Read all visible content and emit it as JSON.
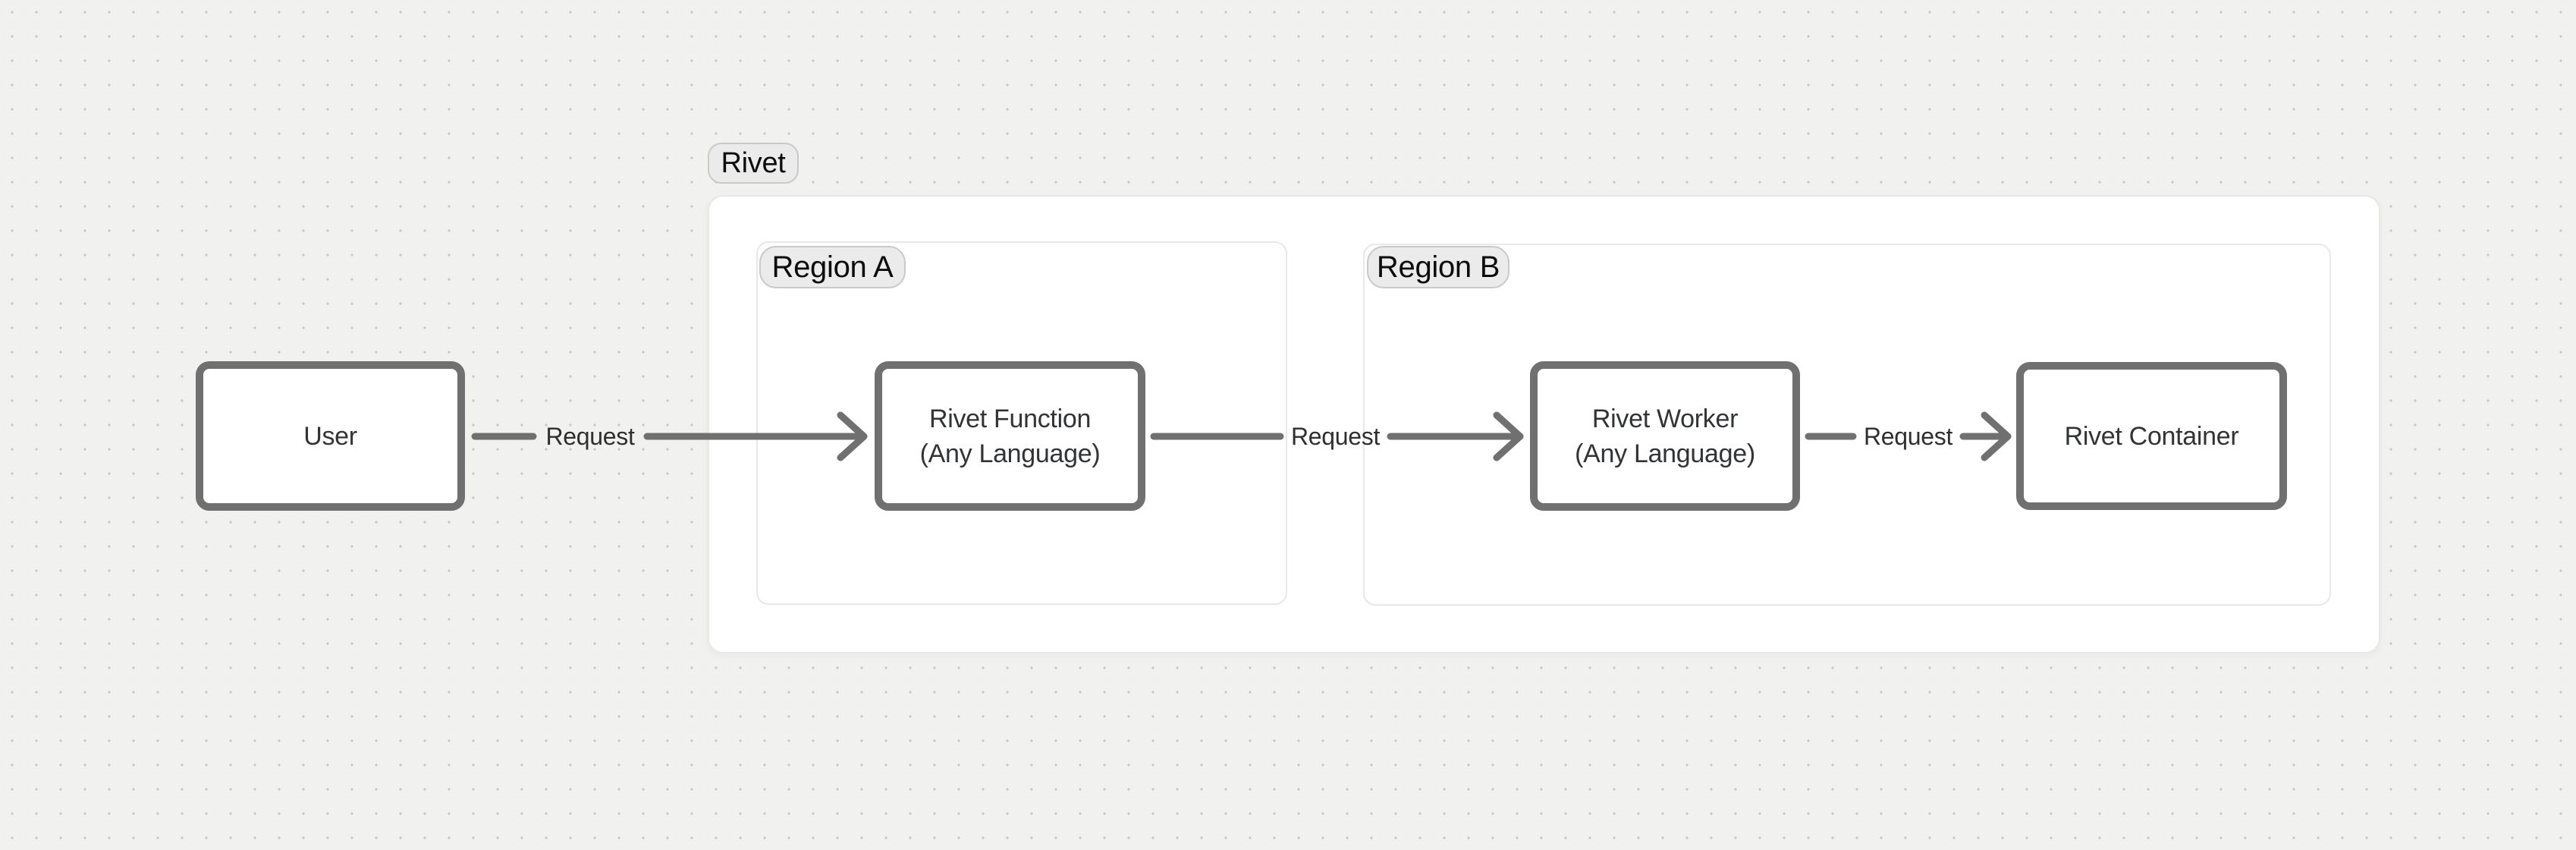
{
  "colors": {
    "background": "#f1f1ef",
    "dot_grid": "#c9c9c7",
    "panel_background": "#ffffff",
    "panel_border": "#e8e8e6",
    "pill_background": "#ebebeb",
    "pill_border": "#c9c9c9",
    "shape_stroke": "#707070",
    "node_text": "#323335",
    "pill_text": "#0d0d0d"
  },
  "groups": {
    "rivet": {
      "label": "Rivet"
    },
    "region_a": {
      "label": "Region A",
      "parent": "Rivet"
    },
    "region_b": {
      "label": "Region B",
      "parent": "Rivet"
    }
  },
  "nodes": {
    "user": {
      "line1": "User"
    },
    "function": {
      "line1": "Rivet Function",
      "line2": "(Any Language)",
      "region": "Region A"
    },
    "worker": {
      "line1": "Rivet Worker",
      "line2": "(Any Language)",
      "region": "Region B"
    },
    "container": {
      "line1": "Rivet Container",
      "region": "Region B"
    }
  },
  "edges": {
    "user_to_function": {
      "label": "Request",
      "from": "User",
      "to": "Rivet Function"
    },
    "function_to_worker": {
      "label": "Request",
      "from": "Rivet Function",
      "to": "Rivet Worker"
    },
    "worker_to_container": {
      "label": "Request",
      "from": "Rivet Worker",
      "to": "Rivet Container"
    }
  }
}
